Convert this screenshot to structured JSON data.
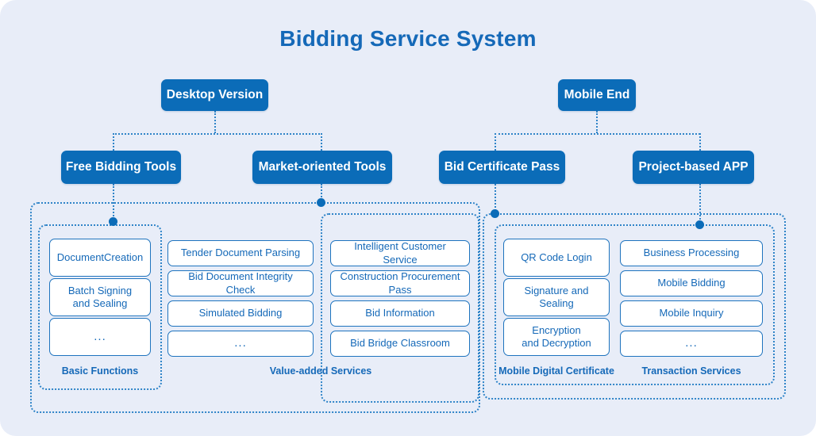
{
  "title": "Bidding Service System",
  "theme": {
    "background": "#e8edf8",
    "primary": "#0b6cb8",
    "accent_text": "#1569b8",
    "dash_line": "#2f84c8",
    "card_bg": "#ffffff",
    "card_border": "#1e73be"
  },
  "roots": [
    {
      "id": "desktop",
      "label": "Desktop Version"
    },
    {
      "id": "mobile",
      "label": "Mobile End"
    }
  ],
  "branches": [
    {
      "id": "free-bidding-tools",
      "label": "Free Bidding Tools"
    },
    {
      "id": "market-oriented-tools",
      "label": "Market-oriented Tools"
    },
    {
      "id": "bid-certificate-pass",
      "label": "Bid Certificate Pass"
    },
    {
      "id": "project-based-app",
      "label": "Project-based APP"
    }
  ],
  "groups": [
    {
      "id": "basic-functions",
      "caption": "Basic Functions",
      "items": [
        {
          "label": "DocumentCreation"
        },
        {
          "label": "Batch Signing\nand Sealing",
          "line1": "Batch Signing",
          "line2": "and Sealing"
        },
        {
          "label": "..."
        }
      ]
    },
    {
      "id": "value-added-services",
      "caption": "Value-added Services",
      "columns": [
        {
          "id": "value-added-col-1",
          "items": [
            {
              "label": "Tender Document Parsing"
            },
            {
              "label": "Bid Document Integrity Check"
            },
            {
              "label": "Simulated Bidding"
            },
            {
              "label": "..."
            }
          ]
        },
        {
          "id": "value-added-col-2",
          "items": [
            {
              "label": "Intelligent Customer Service"
            },
            {
              "label": "Construction Procurement Pass"
            },
            {
              "label": "Bid Information"
            },
            {
              "label": "Bid Bridge Classroom"
            }
          ]
        }
      ]
    },
    {
      "id": "mobile-digital-certificate",
      "caption": "Mobile Digital Certificate",
      "items": [
        {
          "label": "QR Code Login"
        },
        {
          "label": "Signature and Sealing"
        },
        {
          "label": "Encryption\nand Decryption",
          "line1": "Encryption",
          "line2": "and Decryption"
        }
      ]
    },
    {
      "id": "transaction-services",
      "caption": "Transaction Services",
      "items": [
        {
          "label": "Business Processing"
        },
        {
          "label": "Mobile Bidding"
        },
        {
          "label": "Mobile Inquiry"
        },
        {
          "label": "..."
        }
      ]
    }
  ]
}
